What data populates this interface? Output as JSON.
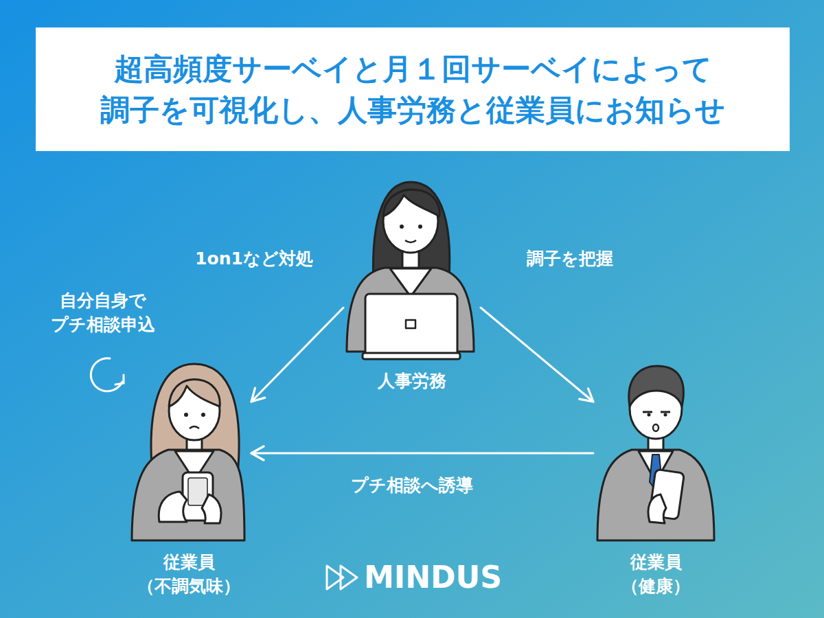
{
  "diagram": {
    "title": "超高頻度サーベイと月１回サーベイによって 調子を可視化し、人事労務と従業員にお知らせ",
    "nodes": [
      {
        "text": [
          "人事労務"
        ]
      },
      {
        "text": [
          "従業員 （不調気味）"
        ]
      },
      {
        "text": [
          "従業員 （健康）"
        ]
      }
    ],
    "edges": [
      {
        "from": 0,
        "to": 1,
        "label": "1on1など対処",
        "arrow": "to"
      },
      {
        "from": 0,
        "to": 2,
        "label": "調子を把握",
        "arrow": "to"
      },
      {
        "from": 2,
        "to": 1,
        "label": "プチ相談へ誘導",
        "arrow": "to"
      }
    ],
    "labels": [
      "自分自身で プチ相談申込",
      "MINDUS"
    ]
  }
}
